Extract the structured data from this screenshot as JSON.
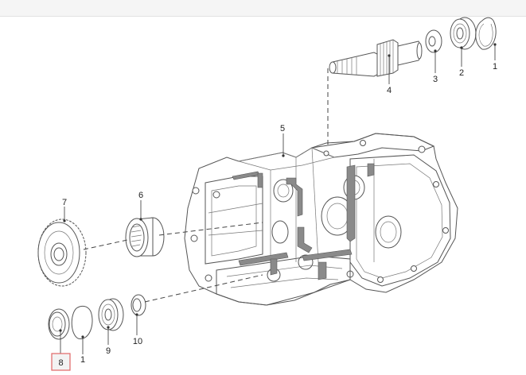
{
  "diagram": {
    "labels": {
      "shaft": "4",
      "washer": "3",
      "bearing_top": "2",
      "snap_ring_top": "1",
      "housing": "5",
      "needle_bearing": "6",
      "gear": "7",
      "seal": "8",
      "snap_ring_bottom": "1",
      "bearing_bottom": "9",
      "spacer": "10"
    },
    "selected_label": "seal",
    "highlight_color": "#e06666",
    "highlight_fill": "#f3f3f3"
  }
}
